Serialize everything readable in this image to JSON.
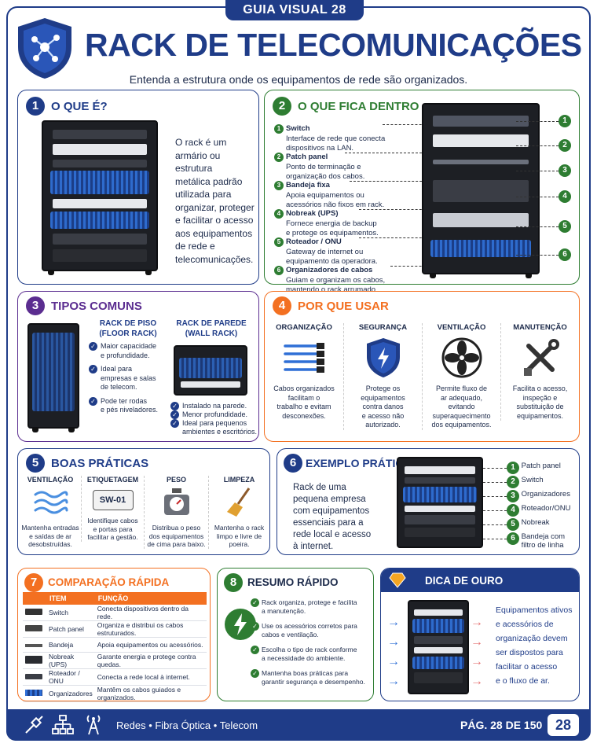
{
  "header": {
    "tab": "GUIA VISUAL 28",
    "title": "RACK DE TELECOMUNICAÇÕES",
    "subtitle": "Entenda a estrutura onde os equipamentos de rede são organizados."
  },
  "s1": {
    "num": "1",
    "title": "O QUE É?",
    "lines": [
      "O rack é um",
      "armário ou estrutura",
      "metálica padrão",
      "utilizada para",
      "organizar, proteger",
      "e facilitar o acesso",
      "aos equipamentos",
      "de rede e",
      "telecomunicações."
    ]
  },
  "s2": {
    "num": "2",
    "title": "O QUE FICA DENTRO",
    "items": [
      {
        "n": "1",
        "name": "Switch",
        "desc": [
          "Interface de rede que conecta",
          "dispositivos na LAN."
        ]
      },
      {
        "n": "2",
        "name": "Patch panel",
        "desc": [
          "Ponto de terminação e",
          "organização dos cabos."
        ]
      },
      {
        "n": "3",
        "name": "Bandeja fixa",
        "desc": [
          "Apoia equipamentos ou",
          "acessórios não fixos em rack."
        ]
      },
      {
        "n": "4",
        "name": "Nobreak (UPS)",
        "desc": [
          "Fornece energia de backup",
          "e protege os equipamentos."
        ]
      },
      {
        "n": "5",
        "name": "Roteador / ONU",
        "desc": [
          "Gateway de internet ou",
          "equipamento da operadora."
        ]
      },
      {
        "n": "6",
        "name": "Organizadores de cabos",
        "desc": [
          "Guiam e organizam os cabos,",
          "mantendo o rack arrumado."
        ]
      }
    ]
  },
  "s3": {
    "num": "3",
    "title": "TIPOS COMUNS",
    "floor": {
      "title": [
        "RACK DE PISO",
        "(FLOOR RACK)"
      ],
      "points": [
        [
          "Maior capacidade",
          "e profundidade."
        ],
        [
          "Ideal para",
          "empresas e salas",
          "de telecom."
        ],
        [
          "Pode ter rodas",
          "e pés niveladores."
        ]
      ]
    },
    "wall": {
      "title": [
        "RACK DE PAREDE",
        "(WALL RACK)"
      ],
      "points": [
        [
          "Instalado na parede."
        ],
        [
          "Menor profundidade."
        ],
        [
          "Ideal para pequenos",
          "ambientes e escritórios."
        ]
      ]
    }
  },
  "s4": {
    "num": "4",
    "title": "POR QUE USAR",
    "cols": [
      {
        "title": "ORGANIZAÇÃO",
        "icon": "organized-cables-icon",
        "text": [
          "Cabos organizados",
          "facilitam o",
          "trabalho e evitam",
          "desconexões."
        ]
      },
      {
        "title": "SEGURANÇA",
        "icon": "shield-bolt-icon",
        "text": [
          "Protege os",
          "equipamentos",
          "contra danos",
          "e acesso não",
          "autorizado."
        ]
      },
      {
        "title": "VENTILAÇÃO",
        "icon": "fan-icon",
        "text": [
          "Permite fluxo de",
          "ar adequado,",
          "evitando",
          "superaquecimento",
          "dos equipamentos."
        ]
      },
      {
        "title": "MANUTENÇÃO",
        "icon": "tools-icon",
        "text": [
          "Facilita o acesso,",
          "inspeção e",
          "substituição de",
          "equipamentos."
        ]
      }
    ]
  },
  "s5": {
    "num": "5",
    "title": "BOAS PRÁTICAS",
    "cols": [
      {
        "title": "VENTILAÇÃO",
        "icon": "airflow-icon",
        "text": [
          "Mantenha entradas",
          "e saídas de ar",
          "desobstruídas."
        ]
      },
      {
        "title": "ETIQUETAGEM",
        "icon": "label-tag-icon",
        "tag": "SW-01",
        "text": [
          "Identifique cabos",
          "e portas para",
          "facilitar a gestão."
        ]
      },
      {
        "title": "PESO",
        "icon": "scale-icon",
        "text": [
          "Distribua o peso",
          "dos equipamentos",
          "de cima para baixo."
        ]
      },
      {
        "title": "LIMPEZA",
        "icon": "broom-icon",
        "text": [
          "Mantenha o rack",
          "limpo e livre de",
          "poeira."
        ]
      }
    ]
  },
  "s6": {
    "num": "6",
    "title": "EXEMPLO PRÁTICO",
    "lines": [
      "Rack de uma",
      "pequena empresa",
      "com equipamentos",
      "essenciais para a",
      "rede local e acesso",
      "à internet."
    ],
    "items": [
      {
        "n": "1",
        "label": [
          "Patch panel"
        ]
      },
      {
        "n": "2",
        "label": [
          "Switch"
        ]
      },
      {
        "n": "3",
        "label": [
          "Organizadores"
        ]
      },
      {
        "n": "4",
        "label": [
          "Roteador/ONU"
        ]
      },
      {
        "n": "5",
        "label": [
          "Nobreak"
        ]
      },
      {
        "n": "6",
        "label": [
          "Bandeja com",
          "filtro de linha"
        ]
      }
    ]
  },
  "s7": {
    "num": "7",
    "title": "COMPARAÇÃO RÁPIDA",
    "head": [
      "ITEM",
      "FUNÇÃO"
    ],
    "rows": [
      [
        "Switch",
        "Conecta dispositivos dentro da rede."
      ],
      [
        "Patch panel",
        "Organiza e distribui os cabos estruturados."
      ],
      [
        "Bandeja",
        "Apoia equipamentos ou acessórios."
      ],
      [
        "Nobreak (UPS)",
        "Garante energia e protege contra quedas."
      ],
      [
        "Roteador / ONU",
        "Conecta a rede local à internet."
      ],
      [
        "Organizadores",
        "Mantêm os cabos guiados e organizados."
      ]
    ]
  },
  "s8": {
    "num": "8",
    "title": "RESUMO RÁPIDO",
    "points": [
      [
        "Rack organiza, protege e facilita",
        "a manutenção."
      ],
      [
        "Use os acessórios corretos para",
        "cabos e ventilação."
      ],
      [
        "Escolha o tipo de rack conforme",
        "a necessidade do ambiente."
      ],
      [
        "Mantenha boas práticas para",
        "garantir segurança e desempenho."
      ]
    ]
  },
  "tip": {
    "title": "DICA DE OURO",
    "lines": [
      "Equipamentos ativos",
      "e acessórios de",
      "organização devem",
      "ser dispostos para",
      "facilitar o acesso",
      "e o fluxo de ar."
    ]
  },
  "footer": {
    "text": "Redes • Fibra Óptica • Telecom",
    "page": "PÁG. 28 DE 150",
    "badge": "28",
    "icons": [
      "fiber-connector-icon",
      "network-topology-icon",
      "antenna-tower-icon"
    ]
  },
  "colors": {
    "navy": "#1f3c88",
    "green": "#2e7d32",
    "purple": "#5b2d90",
    "orange": "#f37021",
    "cable_blue": "#2f6fd6"
  }
}
